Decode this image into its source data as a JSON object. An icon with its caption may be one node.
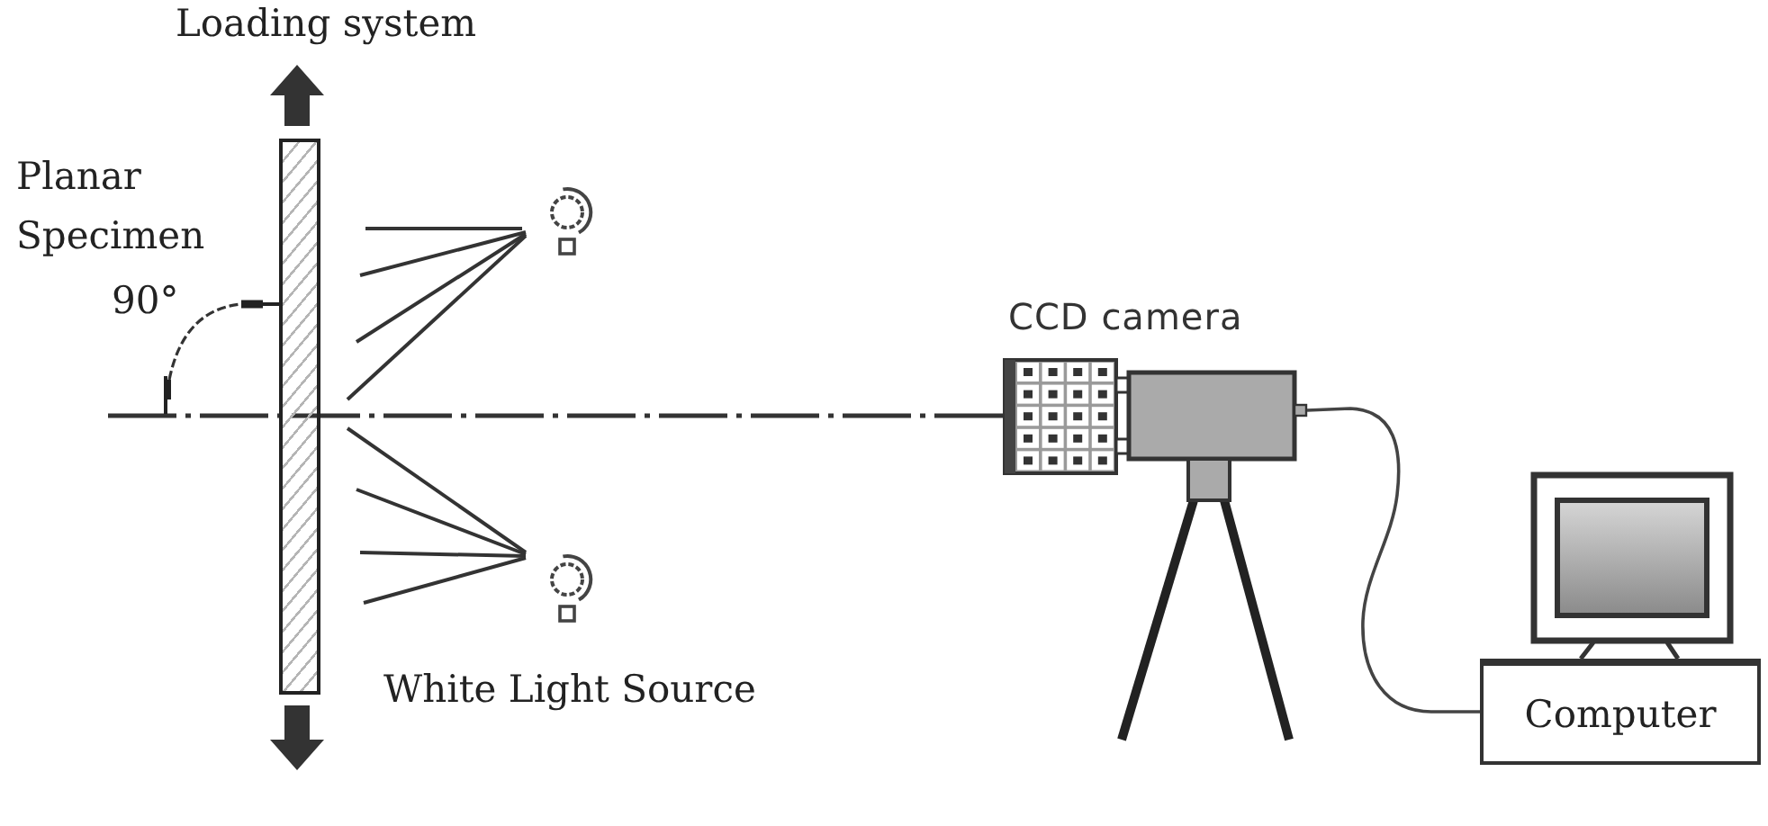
{
  "diagram": {
    "nodes": [
      {
        "text": [],
        "shape": "bar",
        "beside": [
          "Planar Specimen"
        ]
      },
      {
        "text": [
          "CCD camera"
        ]
      },
      {
        "text": [
          "Computer"
        ]
      }
    ],
    "edges": [
      {
        "from": 1,
        "to": 2,
        "arrow": "none"
      }
    ],
    "labels": [
      "Loading system",
      "90°",
      "White Light Source"
    ]
  }
}
